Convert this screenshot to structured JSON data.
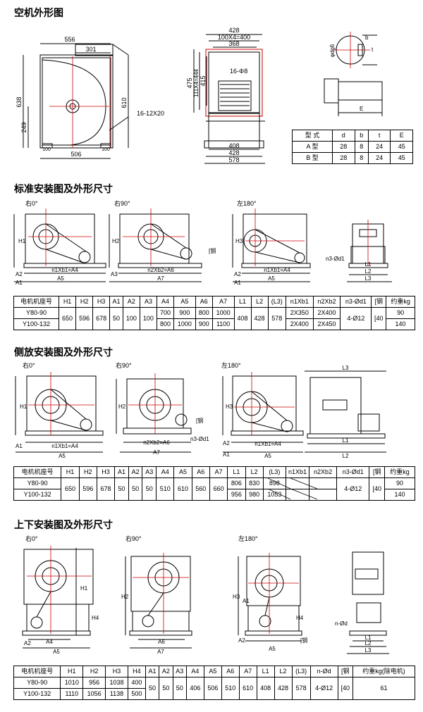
{
  "sec1": {
    "title": "空机外形图",
    "front_dims": {
      "d556": "556",
      "d301": "301",
      "d638": "638",
      "d610": "610",
      "d249": "249",
      "holes": "16-12X20",
      "d100a": "100",
      "d506": "506",
      "d100b": "100"
    },
    "side_dims": {
      "d428t": "428",
      "d100x4": "100X4=400",
      "d368": "368",
      "holes": "16-Φ8",
      "d475": "475",
      "d111x4": "111X4=444",
      "d415": "415",
      "d408": "408",
      "d428b": "428",
      "d578": "578"
    },
    "shaft_dims": {
      "phi": "φdg6",
      "b": "b",
      "t": "t",
      "e": "E"
    },
    "shaft_table": {
      "header": [
        "型 式",
        "d",
        "b",
        "t",
        "E"
      ],
      "rows": [
        [
          "A 型",
          "28",
          "8",
          "24",
          "45"
        ],
        [
          "B 型",
          "28",
          "8",
          "24",
          "45"
        ]
      ]
    }
  },
  "sec2": {
    "title": "标准安装图及外形尺寸",
    "views": [
      {
        "label": "右0°",
        "h": "H1",
        "a2": "A2",
        "a1": "A1",
        "dim": "n1Xb1=A4",
        "a5": "A5"
      },
      {
        "label": "右90°",
        "h": "H2",
        "a3": "A3",
        "dim": "n2Xb2=A6",
        "a7": "A7",
        "gang": "[钢"
      },
      {
        "label": "左180°",
        "h": "H3",
        "a2": "A2",
        "a1": "A1",
        "dim": "n1Xb1=A4",
        "a5": "A5"
      }
    ],
    "side": {
      "n3": "n3-Ød1",
      "l1": "L1",
      "l2": "L2",
      "l3": "L3"
    },
    "table": {
      "header": [
        "电机机座号",
        "H1",
        "H2",
        "H3",
        "A1",
        "A2",
        "A3",
        "A4",
        "A5",
        "A6",
        "A7",
        "L1",
        "L2",
        "(L3)",
        "n1Xb1",
        "n2Xb2",
        "n3-Ød1",
        "[钢",
        "约重kg"
      ],
      "models": [
        "Y80-90",
        "Y100-132"
      ],
      "shared": [
        "650",
        "596",
        "678",
        "50",
        "100",
        "100"
      ],
      "row1": [
        "700",
        "900",
        "800",
        "1000"
      ],
      "row2": [
        "800",
        "1000",
        "900",
        "1100"
      ],
      "shared2": [
        "408",
        "428",
        "578"
      ],
      "r1x": [
        "2X350",
        "2X400"
      ],
      "r2x": [
        "2X400",
        "2X450"
      ],
      "n3": "4-Ø12",
      "gang": "[40",
      "wt": [
        "90",
        "140"
      ]
    }
  },
  "sec3": {
    "title": "侧放安装图及外形尺寸",
    "views": [
      {
        "label": "右0°",
        "h": "H1",
        "a1": "A1",
        "dim": "n1Xb1=A4",
        "a5": "A5"
      },
      {
        "label": "右90°",
        "h": "H2",
        "dim": "n2Xb2=A6",
        "a7": "A7",
        "n3": "n3-Ød1",
        "gang": "[钢"
      },
      {
        "label": "左180°",
        "h": "H3",
        "a2": "A2",
        "a1": "A1",
        "dim": "n1Xb1=A4",
        "a5": "A5"
      }
    ],
    "side": {
      "l1": "L1",
      "l2": "L2",
      "l3": "L3"
    },
    "table": {
      "header": [
        "电机机座号",
        "H1",
        "H2",
        "H3",
        "A1",
        "A2",
        "A3",
        "A4",
        "A5",
        "A6",
        "A7",
        "L1",
        "L2",
        "(L3)",
        "n1Xb1",
        "n2Xb2",
        "n3-Ød1",
        "[钢",
        "约重kg"
      ],
      "models": [
        "Y80-90",
        "Y100-132"
      ],
      "shared": [
        "650",
        "596",
        "678",
        "50",
        "50",
        "50",
        "510",
        "610",
        "560",
        "660"
      ],
      "row1": [
        "806",
        "830",
        "898"
      ],
      "row2": [
        "956",
        "980",
        "1053"
      ],
      "n3": "4-Ø12",
      "gang": "[40",
      "wt": [
        "90",
        "140"
      ]
    }
  },
  "sec4": {
    "title": "上下安装图及外形尺寸",
    "views": [
      {
        "label": "右0°",
        "h1": "H1",
        "h4": "H4",
        "a2": "A2",
        "a4": "A4",
        "a5": "A5"
      },
      {
        "label": "右90°",
        "h2": "H2",
        "a6": "A6",
        "a7": "A7"
      },
      {
        "label": "左180°",
        "h3": "H3",
        "a1": "A1",
        "h4": "H4",
        "a2": "A2",
        "a5": "A5",
        "gang": "[钢"
      }
    ],
    "side": {
      "nd": "n-Ød",
      "l1": "L1",
      "l2": "L2",
      "l3": "L3"
    },
    "table": {
      "header": [
        "电机机座号",
        "H1",
        "H2",
        "H3",
        "H4",
        "A1",
        "A2",
        "A3",
        "A4",
        "A5",
        "A6",
        "A7",
        "L1",
        "L2",
        "(L3)",
        "n-Ød",
        "[钢",
        "约重kg(除电机)"
      ],
      "models": [
        "Y80-90",
        "Y100-132"
      ],
      "row1": [
        "1010",
        "956",
        "1038",
        "400"
      ],
      "row2": [
        "1110",
        "1056",
        "1138",
        "500"
      ],
      "shared": [
        "50",
        "50",
        "50",
        "406",
        "506",
        "510",
        "610",
        "408",
        "428",
        "578",
        "4-Ø12",
        "[40",
        "61"
      ]
    }
  }
}
